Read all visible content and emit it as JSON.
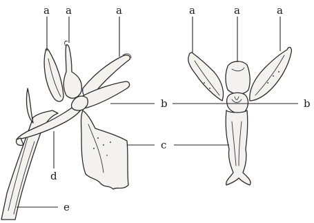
{
  "figure": {
    "left_labels": [
      "a",
      "a",
      "a",
      "b",
      "c",
      "d",
      "e"
    ],
    "right_labels": [
      "a",
      "a",
      "a",
      "b"
    ]
  }
}
